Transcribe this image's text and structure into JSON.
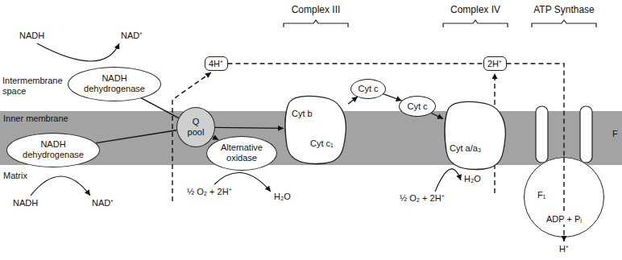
{
  "diagram": {
    "nodes": [
      {
        "text": [
          "NADH dehydrogenase"
        ]
      },
      {
        "text": [
          "NADH dehydrogenase"
        ]
      },
      {
        "text": [
          "Q pool"
        ]
      },
      {
        "text": [
          "Alternative oxidase"
        ]
      },
      {
        "text": [
          "Cyt b",
          "Cyt c₁"
        ]
      },
      {
        "text": [
          "Cyt c"
        ]
      },
      {
        "text": [
          "Cyt c"
        ]
      },
      {
        "text": [
          "Cyt a/a₃"
        ]
      },
      {
        "text": [
          "4H⁺"
        ]
      },
      {
        "text": [
          "2H⁺"
        ]
      },
      {
        "text": [
          "F₁"
        ]
      }
    ],
    "edges": [
      {
        "from": 0,
        "to": 2,
        "arrow": "none"
      },
      {
        "from": 1,
        "to": 2,
        "arrow": "none"
      },
      {
        "from": 2,
        "to": 4,
        "arrow": "to"
      },
      {
        "from": 2,
        "to": 3,
        "arrow": "to"
      },
      {
        "from": 4,
        "to": 5,
        "arrow": "to"
      },
      {
        "from": 5,
        "to": 6,
        "arrow": "to"
      },
      {
        "from": 6,
        "to": 7,
        "arrow": "to"
      },
      {
        "from": 8,
        "to": 9,
        "arrow": "none"
      },
      {
        "from": 9,
        "to": 10,
        "arrow": "none"
      }
    ],
    "labels": [
      "Complex III",
      "Complex IV",
      "ATP Synthase",
      "Intermembrane space",
      "Inner membrane",
      "Matrix",
      "NADH",
      "NAD⁺",
      "NADH",
      "NAD⁺",
      "½ O₂ + 2H⁺",
      "H₂O",
      "½ O₂ + 2H⁺",
      "H₂O",
      "ADP + Pᵢ",
      "H⁺",
      "F"
    ]
  }
}
